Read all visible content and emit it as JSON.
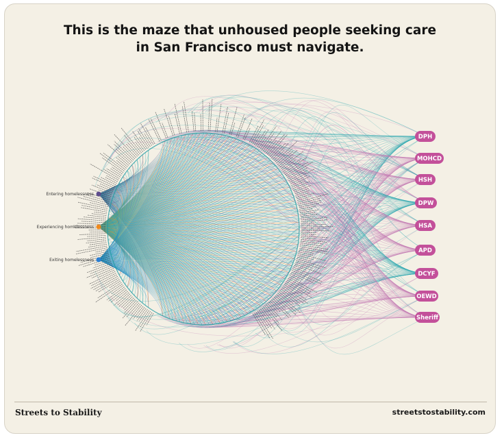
{
  "title": {
    "line1": "This is the maze that unhoused people seeking care",
    "line2": "in San Francisco must navigate."
  },
  "stages": [
    {
      "label": "Entering homelessness",
      "color": "#5d4c8c"
    },
    {
      "label": "Experiencing homelessness",
      "color": "#f08a1c"
    },
    {
      "label": "Exiting homelessness",
      "color": "#2a7fd4"
    }
  ],
  "agencies": [
    "DPH",
    "MOHCD",
    "HSH",
    "DPW",
    "HSA",
    "APD",
    "DCYF",
    "OEWD",
    "Sheriff"
  ],
  "colors": {
    "background": "#f4f0e5",
    "agency_pill": "#c3509a",
    "teal_link": "#29a7b0",
    "pink_link": "#c47bb4",
    "service_ring": "#1f9ba3"
  },
  "footer": {
    "brand": "Streets to Stability",
    "url": "streetstostability.com"
  }
}
